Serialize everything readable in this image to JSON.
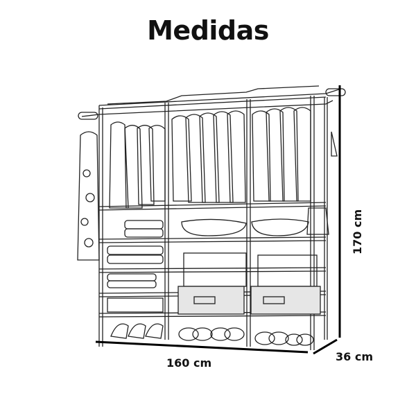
{
  "title": "Medidas",
  "dimensions": {
    "width": "160 cm",
    "height": "170 cm",
    "depth": "36 cm"
  },
  "illustration": {
    "subject": "wardrobe-rack",
    "colors": {
      "line": "#222222",
      "fill": "#ffffff",
      "shade": "#e6e6e6",
      "dimension_line": "#000000"
    }
  }
}
